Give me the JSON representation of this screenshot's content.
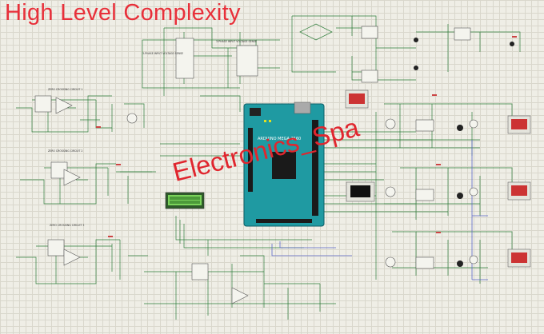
{
  "header": {
    "title": "High Level Complexity"
  },
  "watermark": {
    "text": "Electronics_Spa"
  },
  "colors": {
    "title": "#e8303a",
    "wire": "#2e7d3a",
    "board": "#1f9aa2",
    "lcd": "#7bd35b",
    "bus": "#5a66c8"
  },
  "labels": {
    "zero_cross_1": "ZERO CROSSING CIRCUIT 1",
    "zero_cross_2": "ZERO CROSSING CIRCUIT 2",
    "zero_cross_3": "ZERO CROSSING CIRCUIT 3",
    "voltage_sense_1": "3-PHASE INPUT VOLTAGE SENSE",
    "voltage_sense_2": "3-PHASE INPUT VOLTAGE SENSE",
    "mcu_label": "ARDUINO MEGA 2560"
  }
}
